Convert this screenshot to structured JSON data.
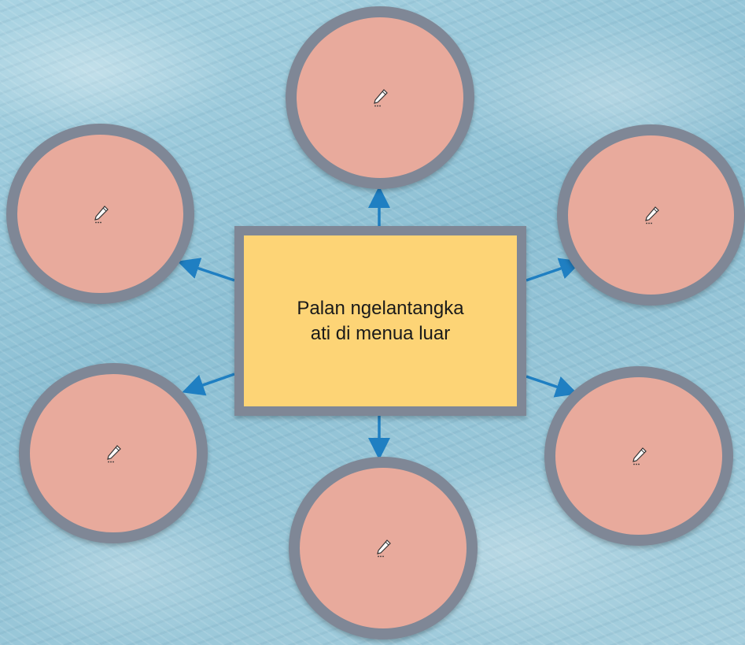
{
  "center": {
    "text": "Palan ngelantangka\nati di menua luar"
  },
  "nodes": [
    {
      "id": "top",
      "icon": "pen-icon"
    },
    {
      "id": "upper-left",
      "icon": "pen-icon"
    },
    {
      "id": "upper-right",
      "icon": "pen-icon"
    },
    {
      "id": "lower-left",
      "icon": "pen-icon"
    },
    {
      "id": "lower-right",
      "icon": "pen-icon"
    },
    {
      "id": "bottom",
      "icon": "pen-icon"
    }
  ],
  "colors": {
    "center_fill": "#fdd476",
    "node_fill": "#e8aa9c",
    "border": "#7f8796",
    "arrow": "#1f7fc2"
  }
}
